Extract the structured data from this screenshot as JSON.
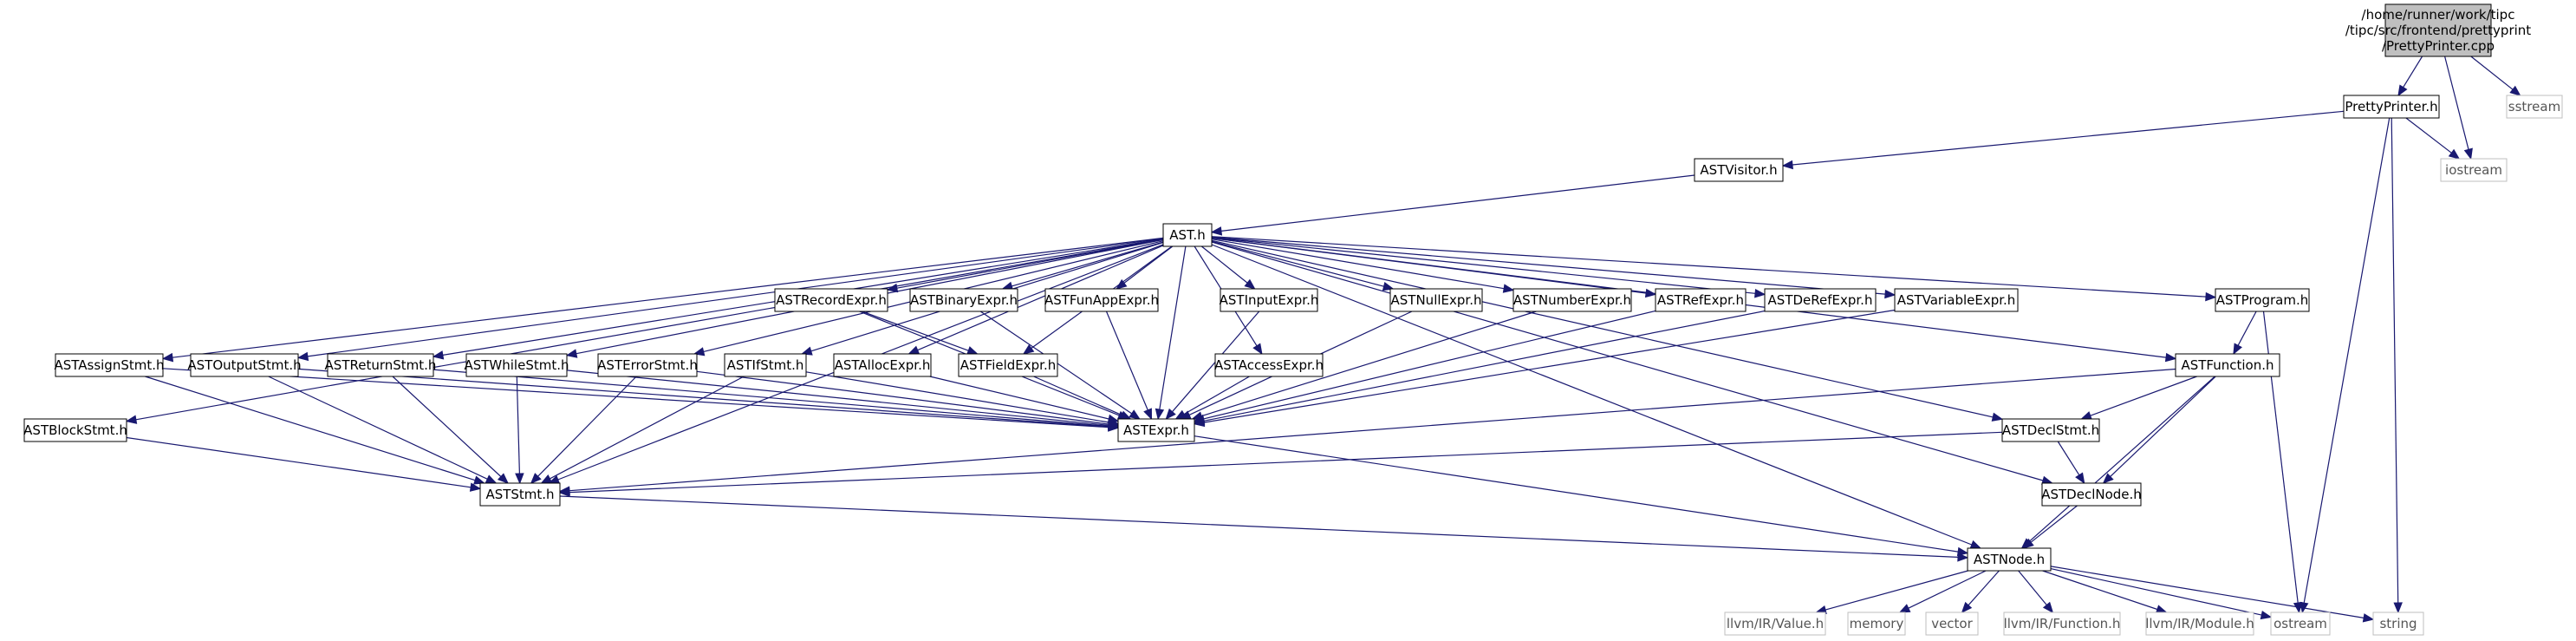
{
  "graph": {
    "title": "",
    "nodes": [
      {
        "id": "root",
        "lines": [
          "/home/runner/work/tipc",
          "/tipc/src/frontend/prettyprint",
          "/PrettyPrinter.cpp"
        ],
        "kind": "root"
      },
      {
        "id": "prettyprinter_h",
        "lines": [
          "PrettyPrinter.h"
        ],
        "kind": "local"
      },
      {
        "id": "sstream",
        "lines": [
          "sstream"
        ],
        "kind": "external"
      },
      {
        "id": "iostream",
        "lines": [
          "iostream"
        ],
        "kind": "external"
      },
      {
        "id": "astvisitor_h",
        "lines": [
          "ASTVisitor.h"
        ],
        "kind": "local"
      },
      {
        "id": "ast_h",
        "lines": [
          "AST.h"
        ],
        "kind": "local"
      },
      {
        "id": "astassignstmt_h",
        "lines": [
          "ASTAssignStmt.h"
        ],
        "kind": "local"
      },
      {
        "id": "astoutputstmt_h",
        "lines": [
          "ASTOutputStmt.h"
        ],
        "kind": "local"
      },
      {
        "id": "astreturnstmt_h",
        "lines": [
          "ASTReturnStmt.h"
        ],
        "kind": "local"
      },
      {
        "id": "astwhilestmt_h",
        "lines": [
          "ASTWhileStmt.h"
        ],
        "kind": "local"
      },
      {
        "id": "asterrorstmt_h",
        "lines": [
          "ASTErrorStmt.h"
        ],
        "kind": "local"
      },
      {
        "id": "astifstmt_h",
        "lines": [
          "ASTIfStmt.h"
        ],
        "kind": "local"
      },
      {
        "id": "astallocexpr_h",
        "lines": [
          "ASTAllocExpr.h"
        ],
        "kind": "local"
      },
      {
        "id": "astrecordexpr_h",
        "lines": [
          "ASTRecordExpr.h"
        ],
        "kind": "local"
      },
      {
        "id": "astbinaryexpr_h",
        "lines": [
          "ASTBinaryExpr.h"
        ],
        "kind": "local"
      },
      {
        "id": "astfunappexpr_h",
        "lines": [
          "ASTFunAppExpr.h"
        ],
        "kind": "local"
      },
      {
        "id": "astfieldexpr_h",
        "lines": [
          "ASTFieldExpr.h"
        ],
        "kind": "local"
      },
      {
        "id": "astinputexpr_h",
        "lines": [
          "ASTInputExpr.h"
        ],
        "kind": "local"
      },
      {
        "id": "astaccessexpr_h",
        "lines": [
          "ASTAccessExpr.h"
        ],
        "kind": "local"
      },
      {
        "id": "astnullexpr_h",
        "lines": [
          "ASTNullExpr.h"
        ],
        "kind": "local"
      },
      {
        "id": "astnumberexpr_h",
        "lines": [
          "ASTNumberExpr.h"
        ],
        "kind": "local"
      },
      {
        "id": "astrefexpr_h",
        "lines": [
          "ASTRefExpr.h"
        ],
        "kind": "local"
      },
      {
        "id": "astderefexpr_h",
        "lines": [
          "ASTDeRefExpr.h"
        ],
        "kind": "local"
      },
      {
        "id": "astvariableexpr_h",
        "lines": [
          "ASTVariableExpr.h"
        ],
        "kind": "local"
      },
      {
        "id": "astprogram_h",
        "lines": [
          "ASTProgram.h"
        ],
        "kind": "local"
      },
      {
        "id": "astfunction_h",
        "lines": [
          "ASTFunction.h"
        ],
        "kind": "local"
      },
      {
        "id": "astblockstmt_h",
        "lines": [
          "ASTBlockStmt.h"
        ],
        "kind": "local"
      },
      {
        "id": "astexpr_h",
        "lines": [
          "ASTExpr.h"
        ],
        "kind": "local"
      },
      {
        "id": "astdeclstmt_h",
        "lines": [
          "ASTDeclStmt.h"
        ],
        "kind": "local"
      },
      {
        "id": "aststmt_h",
        "lines": [
          "ASTStmt.h"
        ],
        "kind": "local"
      },
      {
        "id": "astdeclnode_h",
        "lines": [
          "ASTDeclNode.h"
        ],
        "kind": "local"
      },
      {
        "id": "astnode_h",
        "lines": [
          "ASTNode.h"
        ],
        "kind": "local"
      },
      {
        "id": "llvm_value_h",
        "lines": [
          "llvm/IR/Value.h"
        ],
        "kind": "external"
      },
      {
        "id": "memory",
        "lines": [
          "memory"
        ],
        "kind": "external"
      },
      {
        "id": "vector",
        "lines": [
          "vector"
        ],
        "kind": "external"
      },
      {
        "id": "llvm_function_h",
        "lines": [
          "llvm/IR/Function.h"
        ],
        "kind": "external"
      },
      {
        "id": "llvm_module_h",
        "lines": [
          "llvm/IR/Module.h"
        ],
        "kind": "external"
      },
      {
        "id": "ostream",
        "lines": [
          "ostream"
        ],
        "kind": "external"
      },
      {
        "id": "string",
        "lines": [
          "string"
        ],
        "kind": "external"
      }
    ],
    "edges": [
      [
        "root",
        "prettyprinter_h"
      ],
      [
        "root",
        "iostream"
      ],
      [
        "root",
        "sstream"
      ],
      [
        "prettyprinter_h",
        "astvisitor_h"
      ],
      [
        "prettyprinter_h",
        "iostream"
      ],
      [
        "prettyprinter_h",
        "ostream"
      ],
      [
        "prettyprinter_h",
        "string"
      ],
      [
        "astvisitor_h",
        "ast_h"
      ],
      [
        "ast_h",
        "astassignstmt_h"
      ],
      [
        "ast_h",
        "astoutputstmt_h"
      ],
      [
        "ast_h",
        "astreturnstmt_h"
      ],
      [
        "ast_h",
        "astwhilestmt_h"
      ],
      [
        "ast_h",
        "asterrorstmt_h"
      ],
      [
        "ast_h",
        "astifstmt_h"
      ],
      [
        "ast_h",
        "astallocexpr_h"
      ],
      [
        "ast_h",
        "astrecordexpr_h"
      ],
      [
        "ast_h",
        "astbinaryexpr_h"
      ],
      [
        "ast_h",
        "astfunappexpr_h"
      ],
      [
        "ast_h",
        "astfieldexpr_h"
      ],
      [
        "ast_h",
        "astinputexpr_h"
      ],
      [
        "ast_h",
        "astaccessexpr_h"
      ],
      [
        "ast_h",
        "astnullexpr_h"
      ],
      [
        "ast_h",
        "astnumberexpr_h"
      ],
      [
        "ast_h",
        "astrefexpr_h"
      ],
      [
        "ast_h",
        "astderefexpr_h"
      ],
      [
        "ast_h",
        "astvariableexpr_h"
      ],
      [
        "ast_h",
        "astprogram_h"
      ],
      [
        "ast_h",
        "astfunction_h"
      ],
      [
        "ast_h",
        "astblockstmt_h"
      ],
      [
        "ast_h",
        "aststmt_h"
      ],
      [
        "ast_h",
        "astexpr_h"
      ],
      [
        "ast_h",
        "astdeclstmt_h"
      ],
      [
        "ast_h",
        "astdeclnode_h"
      ],
      [
        "ast_h",
        "astnode_h"
      ],
      [
        "astassignstmt_h",
        "astexpr_h"
      ],
      [
        "astassignstmt_h",
        "aststmt_h"
      ],
      [
        "astoutputstmt_h",
        "astexpr_h"
      ],
      [
        "astoutputstmt_h",
        "aststmt_h"
      ],
      [
        "astreturnstmt_h",
        "astexpr_h"
      ],
      [
        "astreturnstmt_h",
        "aststmt_h"
      ],
      [
        "astwhilestmt_h",
        "astexpr_h"
      ],
      [
        "astwhilestmt_h",
        "aststmt_h"
      ],
      [
        "asterrorstmt_h",
        "astexpr_h"
      ],
      [
        "asterrorstmt_h",
        "aststmt_h"
      ],
      [
        "astifstmt_h",
        "astexpr_h"
      ],
      [
        "astifstmt_h",
        "aststmt_h"
      ],
      [
        "astallocexpr_h",
        "astexpr_h"
      ],
      [
        "astrecordexpr_h",
        "astfieldexpr_h"
      ],
      [
        "astrecordexpr_h",
        "astexpr_h"
      ],
      [
        "astbinaryexpr_h",
        "astexpr_h"
      ],
      [
        "astfunappexpr_h",
        "astexpr_h"
      ],
      [
        "astfieldexpr_h",
        "astexpr_h"
      ],
      [
        "astinputexpr_h",
        "astexpr_h"
      ],
      [
        "astaccessexpr_h",
        "astexpr_h"
      ],
      [
        "astnullexpr_h",
        "astexpr_h"
      ],
      [
        "astnumberexpr_h",
        "astexpr_h"
      ],
      [
        "astrefexpr_h",
        "astexpr_h"
      ],
      [
        "astderefexpr_h",
        "astexpr_h"
      ],
      [
        "astvariableexpr_h",
        "astexpr_h"
      ],
      [
        "astprogram_h",
        "astfunction_h"
      ],
      [
        "astprogram_h",
        "ostream"
      ],
      [
        "astfunction_h",
        "astdeclstmt_h"
      ],
      [
        "astfunction_h",
        "astdeclnode_h"
      ],
      [
        "astfunction_h",
        "aststmt_h"
      ],
      [
        "astfunction_h",
        "astnode_h"
      ],
      [
        "astblockstmt_h",
        "aststmt_h"
      ],
      [
        "astexpr_h",
        "astnode_h"
      ],
      [
        "astdeclstmt_h",
        "aststmt_h"
      ],
      [
        "astdeclstmt_h",
        "astdeclnode_h"
      ],
      [
        "aststmt_h",
        "astnode_h"
      ],
      [
        "astdeclnode_h",
        "astnode_h"
      ],
      [
        "astnode_h",
        "llvm_value_h"
      ],
      [
        "astnode_h",
        "memory"
      ],
      [
        "astnode_h",
        "vector"
      ],
      [
        "astnode_h",
        "llvm_function_h"
      ],
      [
        "astnode_h",
        "llvm_module_h"
      ],
      [
        "astnode_h",
        "ostream"
      ],
      [
        "astnode_h",
        "string"
      ]
    ]
  }
}
